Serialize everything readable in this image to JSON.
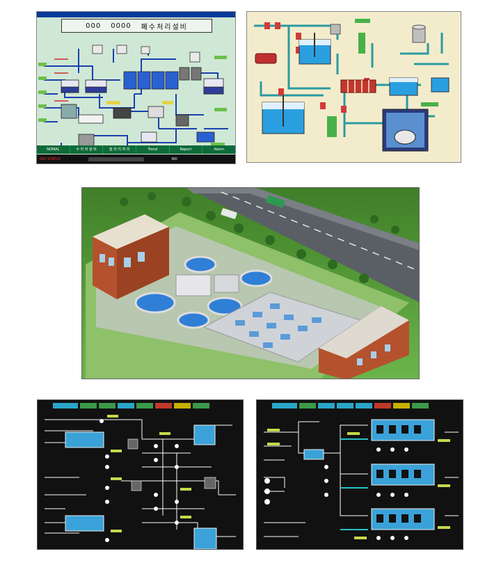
{
  "scada1": {
    "code_left": "000",
    "code_right": "0000",
    "title": "폐수처리설비",
    "menu": [
      "NOMAL",
      "수 처 리 설 비",
      "슬 러 지 처 리",
      "Trend",
      "Report",
      "Alarm"
    ],
    "status_left": "000 STATUS",
    "status_right": "NO"
  },
  "scada3": {
    "tabs": [
      {
        "label": "",
        "color": "#2aa6c9"
      },
      {
        "label": "",
        "color": "#3a9a4a"
      },
      {
        "label": "",
        "color": "#3a9a4a"
      },
      {
        "label": "",
        "color": "#2aa6c9"
      },
      {
        "label": "",
        "color": "#3a9a4a"
      },
      {
        "label": "",
        "color": "#c0392b"
      },
      {
        "label": "",
        "color": "#c8b000"
      },
      {
        "label": "",
        "color": "#3a9a4a"
      }
    ]
  },
  "scada4": {
    "tabs": [
      {
        "label": "",
        "color": "#2aa6c9"
      },
      {
        "label": "",
        "color": "#3a9a4a"
      },
      {
        "label": "",
        "color": "#2aa6c9"
      },
      {
        "label": "",
        "color": "#2aa6c9"
      },
      {
        "label": "",
        "color": "#2aa6c9"
      },
      {
        "label": "",
        "color": "#c0392b"
      },
      {
        "label": "",
        "color": "#c8b000"
      },
      {
        "label": "",
        "color": "#3a9a4a"
      }
    ]
  },
  "colors": {
    "scada1_bg": "#cfe8d6",
    "scada2_bg": "#f3eccc",
    "dark_bg": "#111111",
    "pipe_blue": "#1c3fae",
    "pipe_teal": "#2b9aa0",
    "water": "#2f7fd6",
    "grass": "#5fae3b"
  }
}
